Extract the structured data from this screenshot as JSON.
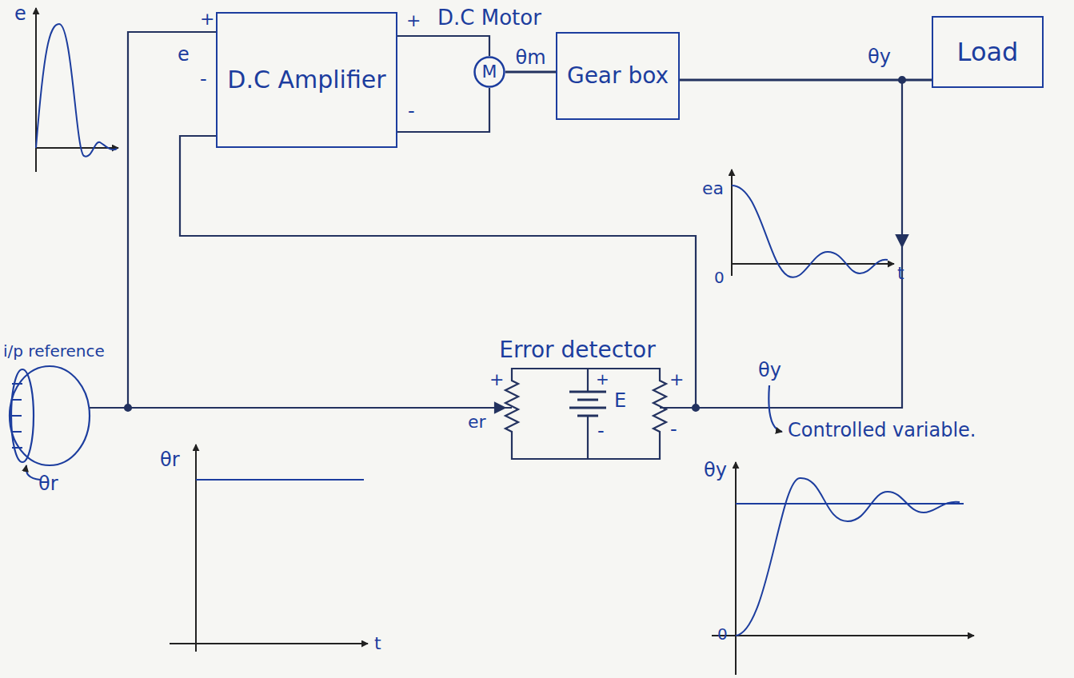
{
  "diagram": {
    "nodes": [
      {
        "text": [
          "D.C Amplifier"
        ]
      },
      {
        "text": [
          "D.C Motor",
          "M"
        ]
      },
      {
        "text": [
          "Gear box"
        ]
      },
      {
        "text": [
          "Load"
        ]
      },
      {
        "text": [
          "Error detector"
        ]
      }
    ],
    "edges": [
      {
        "from": 0,
        "to": 1,
        "arrow": "none"
      },
      {
        "from": 0,
        "to": 1,
        "arrow": "none"
      },
      {
        "from": 1,
        "to": 2,
        "arrow": "none",
        "label": "θm"
      },
      {
        "from": 2,
        "to": 3,
        "arrow": "none"
      },
      {
        "from": 4,
        "to": 0,
        "arrow": "none"
      },
      {
        "from": 4,
        "to": 0,
        "arrow": "none"
      }
    ],
    "labels": [
      "e",
      "+",
      "e",
      "-",
      "+",
      "-",
      "θy",
      "ea",
      "0",
      "t",
      "+",
      "+",
      "E",
      "-",
      "+",
      "-",
      "er",
      "θy",
      "Controlled variable.",
      "i/p reference",
      "θr",
      "θr",
      "t",
      "θy",
      "0"
    ]
  }
}
